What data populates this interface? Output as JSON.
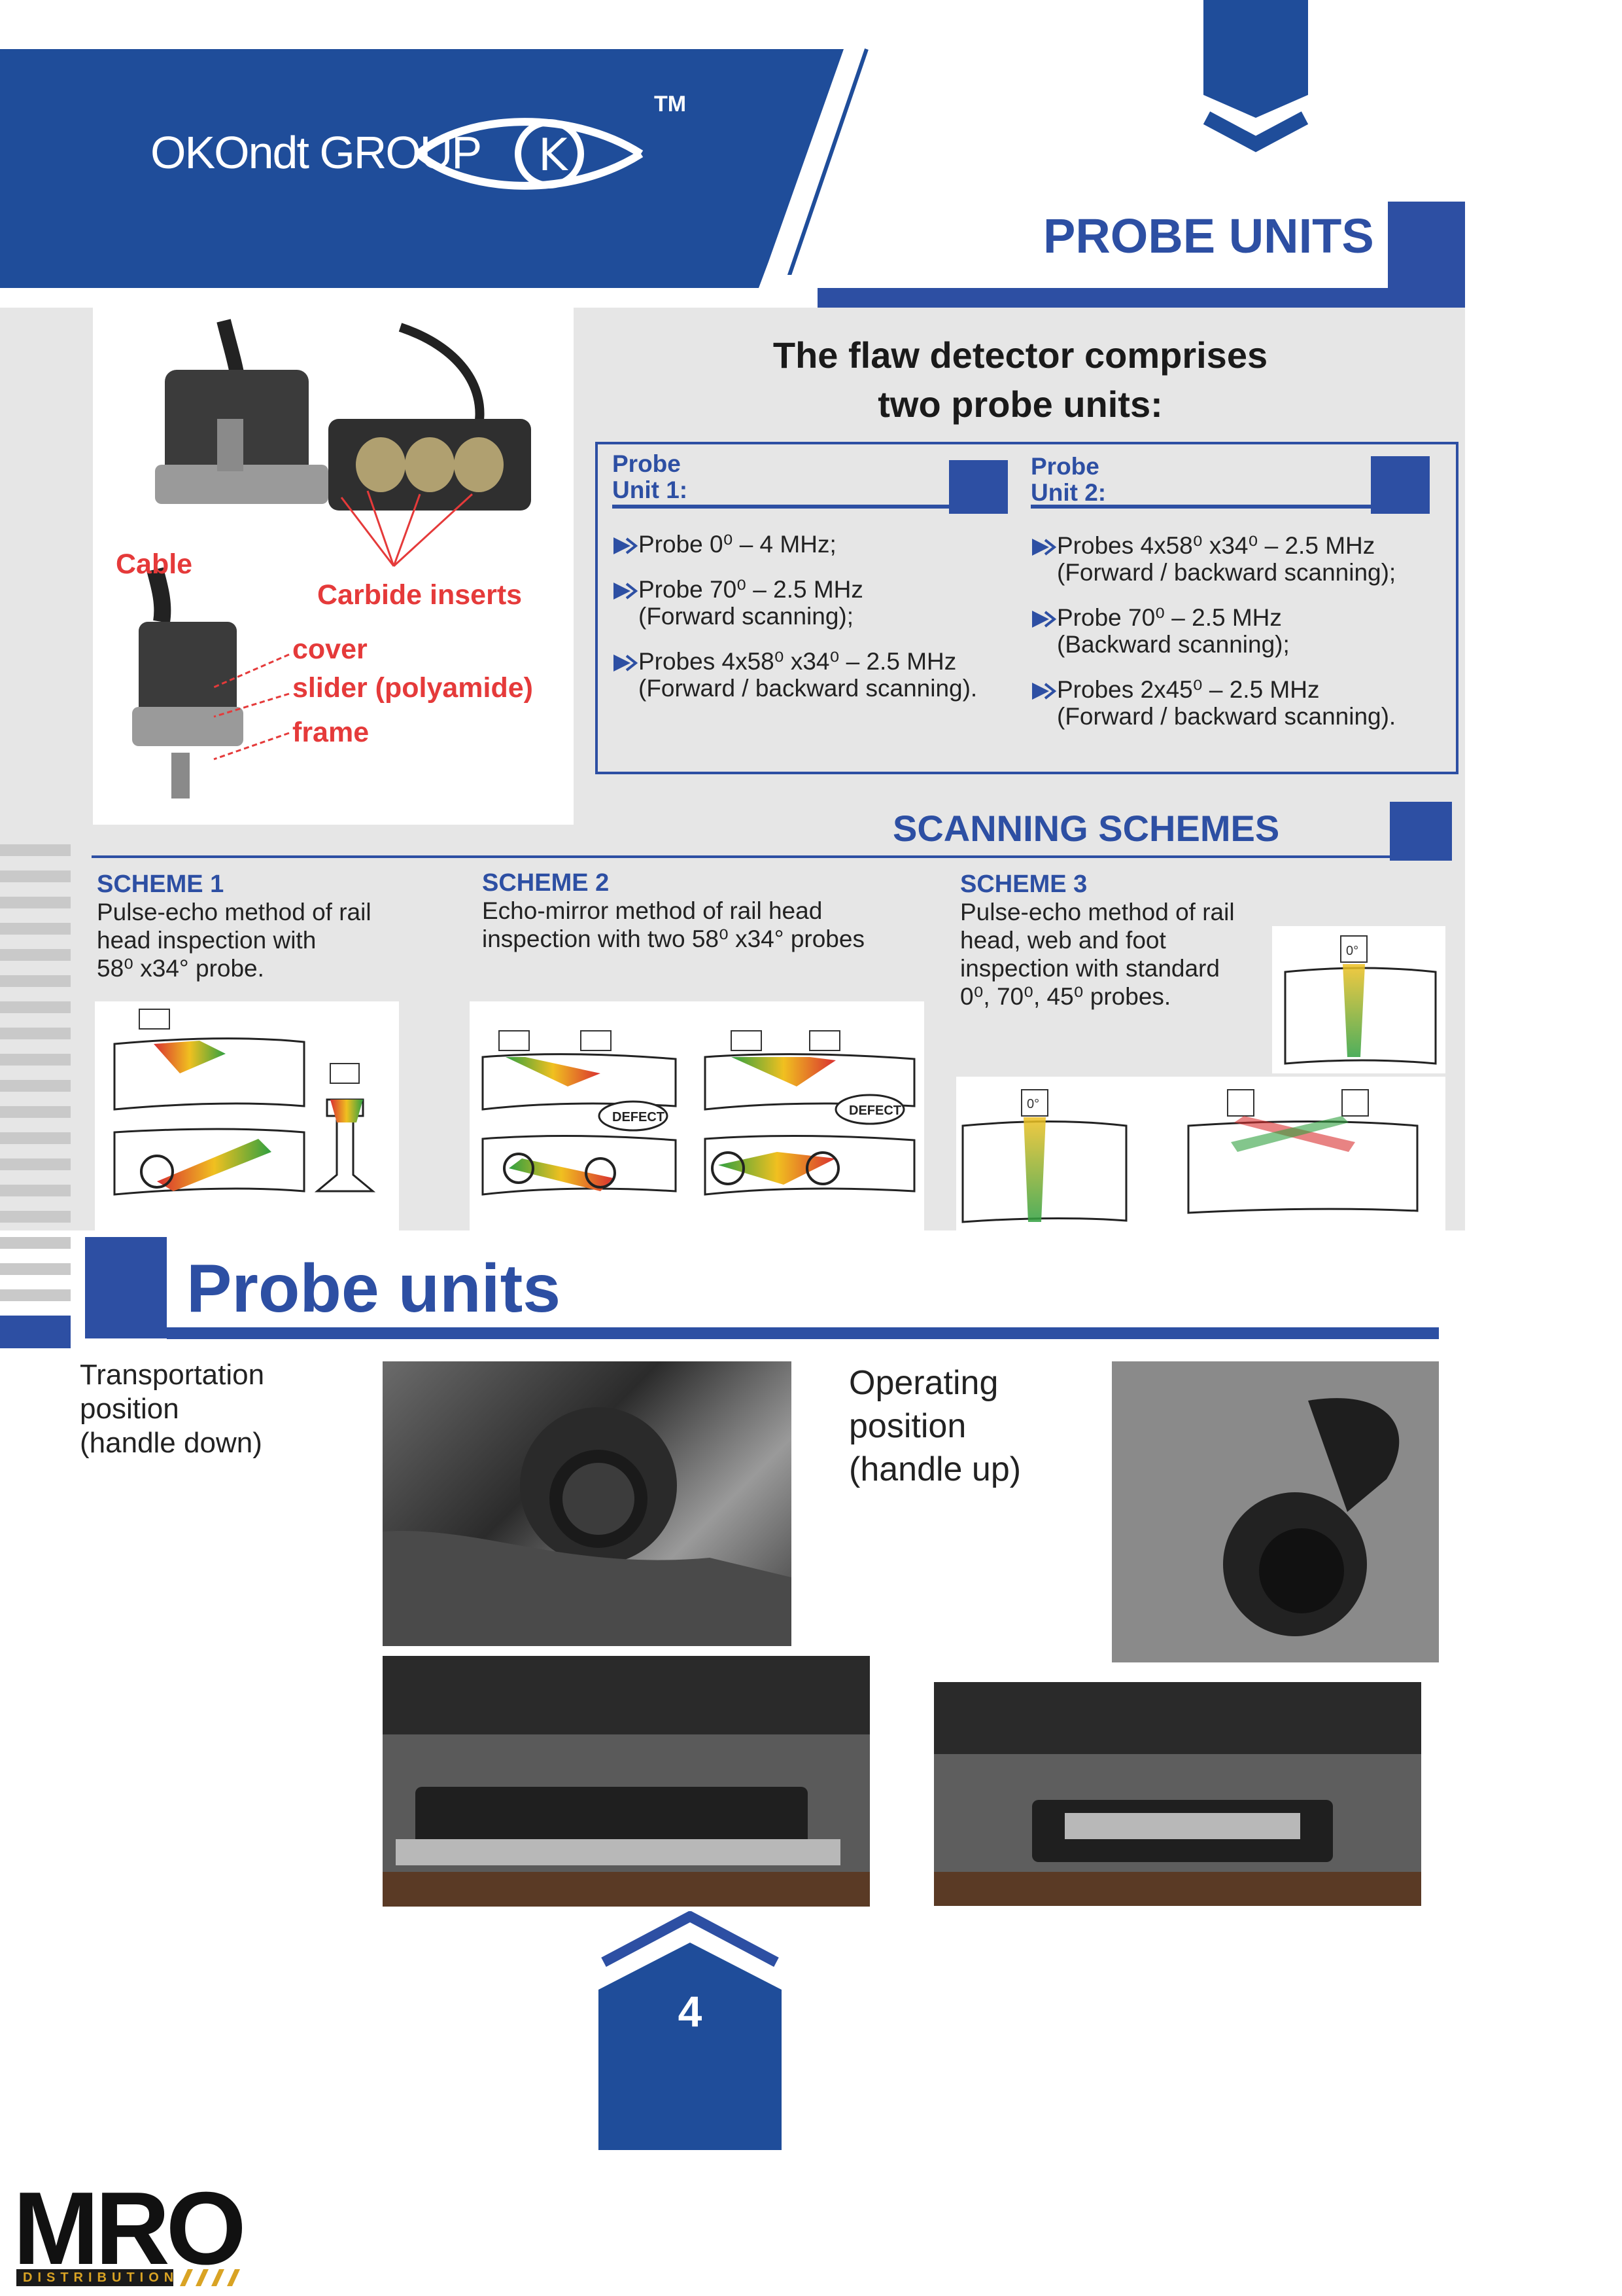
{
  "header": {
    "logo_text": "OKOndt GROUP",
    "tm": "TM",
    "section_title": "PROBE UNITS"
  },
  "probe_photo": {
    "callouts": {
      "cable": "Cable",
      "carbide": "Carbide inserts",
      "cover": "cover",
      "slider": "slider (polyamide)",
      "frame": "frame"
    }
  },
  "comprises": {
    "title_line1": "The flaw detector comprises",
    "title_line2": "two probe units:",
    "unit1": {
      "label_line1": "Probe",
      "label_line2": "Unit 1:",
      "items": [
        {
          "l1": "Probe 0⁰ – 4 MHz;",
          "l2": ""
        },
        {
          "l1": "Probe 70⁰ – 2.5 MHz",
          "l2": "(Forward scanning);"
        },
        {
          "l1": "Probes 4x58⁰ x34⁰ – 2.5 MHz",
          "l2": "(Forward / backward scanning)."
        }
      ]
    },
    "unit2": {
      "label_line1": "Probe",
      "label_line2": "Unit 2:",
      "items": [
        {
          "l1": "Probes 4x58⁰ x34⁰ – 2.5 MHz",
          "l2": "(Forward / backward scanning);"
        },
        {
          "l1": "Probe 70⁰ – 2.5 MHz",
          "l2": "(Backward scanning);"
        },
        {
          "l1": "Probes 2x45⁰ – 2.5 MHz",
          "l2": "(Forward / backward scanning)."
        }
      ]
    }
  },
  "scanning": {
    "heading": "SCANNING SCHEMES",
    "schemes": [
      {
        "title": "SCHEME 1",
        "lines": [
          "Pulse-echo method of rail",
          "head inspection with",
          "58⁰ x34° probe."
        ]
      },
      {
        "title": "SCHEME 2",
        "lines": [
          "Echo-mirror method of rail head",
          "inspection with two 58⁰ x34° probes"
        ]
      },
      {
        "title": "SCHEME 3",
        "lines": [
          "Pulse-echo method of rail",
          "head, web and foot",
          "inspection with standard",
          "0⁰, 70⁰, 45⁰ probes."
        ]
      }
    ],
    "defect_label": "DEFECT",
    "probe_label_zero": "0°"
  },
  "probe_units": {
    "heading": "Probe units",
    "transport_lines": [
      "Transportation",
      "position",
      "(handle down)"
    ],
    "operating_lines": [
      "Operating",
      "position",
      "(handle up)"
    ]
  },
  "footer": {
    "page_number": "4",
    "brand": "MRO",
    "brand_sub": "DISTRIBUTION"
  },
  "colors": {
    "brand_blue": "#1f4d9a",
    "accent_blue": "#2d4fa3",
    "callout_red": "#e53a3a",
    "panel_grey": "#e6e6e6"
  }
}
